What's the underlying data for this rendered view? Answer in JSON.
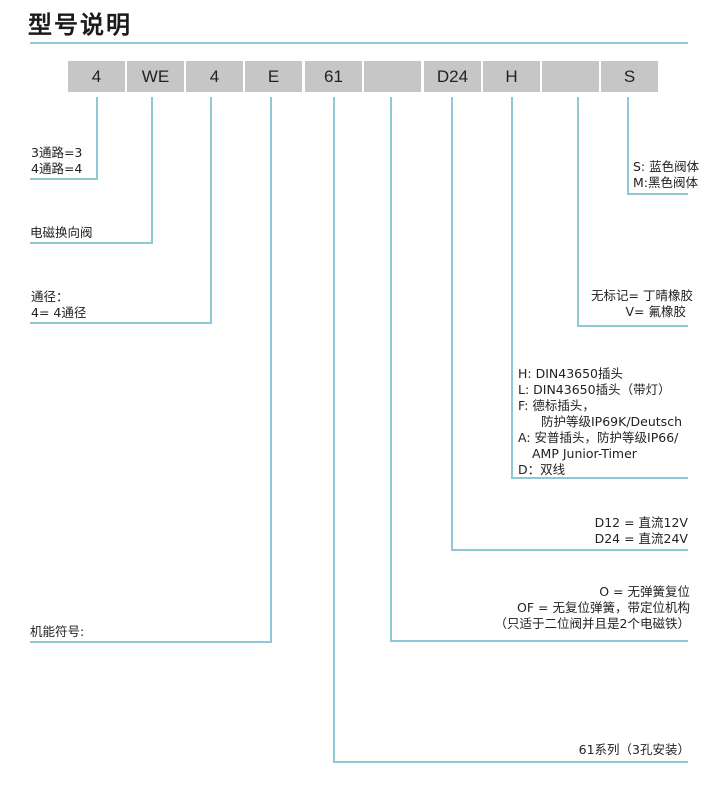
{
  "header": {
    "title": "型号说明"
  },
  "code_boxes": [
    {
      "id": "ports",
      "label": "4"
    },
    {
      "id": "type",
      "label": "WE"
    },
    {
      "id": "size",
      "label": "4"
    },
    {
      "id": "symbol",
      "label": "E"
    },
    {
      "id": "series",
      "label": "61"
    },
    {
      "id": "spring",
      "label": ""
    },
    {
      "id": "voltage",
      "label": "D24"
    },
    {
      "id": "connector",
      "label": "H"
    },
    {
      "id": "seal",
      "label": ""
    },
    {
      "id": "color",
      "label": "S"
    }
  ],
  "descriptions": {
    "ports": [
      "3通路=3",
      "4通路=4"
    ],
    "type": [
      "电磁换向阀"
    ],
    "size": [
      "通径：",
      "4= 4通径"
    ],
    "symbol": [
      "机能符号:"
    ],
    "color": [
      "S: 蓝色阀体",
      "M:黑色阀体"
    ],
    "seal": [
      "无标记= 丁晴橡胶",
      "V= 氟橡胶"
    ],
    "connector": [
      "H: DIN43650插头",
      "L: DIN43650插头（带灯）",
      "F: 德标插头，",
      "防护等级IP69K/Deutsch",
      "A: 安普插头，防护等级IP66/",
      "AMP Junior-Timer",
      "D：双线"
    ],
    "voltage": [
      "D12 = 直流12V",
      "D24 = 直流24V"
    ],
    "spring": [
      "O = 无弹簧复位",
      "OF = 无复位弹簧，带定位机构",
      "（只适于二位阀并且是2个电磁铁）"
    ],
    "series": [
      "61系列（3孔安装）"
    ]
  },
  "colors": {
    "line": "#8fc6d8",
    "box": "#c6c6c6"
  }
}
